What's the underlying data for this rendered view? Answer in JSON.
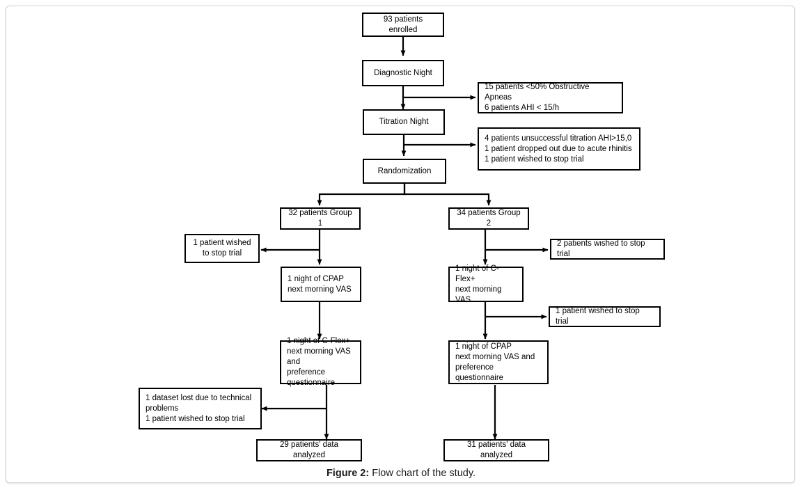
{
  "figure": {
    "caption_label": "Figure 2:",
    "caption_text": " Flow chart of the study.",
    "border_color": "#d0d0d0",
    "node_border_color": "#000000",
    "background": "#ffffff"
  },
  "chart_data": {
    "type": "diagram",
    "title": "Flow chart of the study",
    "nodes": [
      {
        "id": "enrolled",
        "label": "93 patients enrolled"
      },
      {
        "id": "diagnostic",
        "label": "Diagnostic Night"
      },
      {
        "id": "excl1",
        "label": "15 patients <50% Obstructive Apneas\n6 patients AHI < 15/h"
      },
      {
        "id": "titration",
        "label": "Titration Night"
      },
      {
        "id": "excl2",
        "label": "4 patients unsuccessful titration AHI>15,0\n1 patient dropped out due to acute rhinitis\n1 patient wished to stop trial"
      },
      {
        "id": "randomization",
        "label": "Randomization"
      },
      {
        "id": "group1",
        "label": "32 patients Group 1"
      },
      {
        "id": "group2",
        "label": "34 patients Group 2"
      },
      {
        "id": "drop_g1_1",
        "label": "1 patient wished\nto stop trial"
      },
      {
        "id": "drop_g2_1",
        "label": "2 patients wished to stop trial"
      },
      {
        "id": "g1_night1",
        "label": "1 night of CPAP\nnext morning VAS"
      },
      {
        "id": "g2_night1",
        "label": "1 night of C-Flex+\nnext morning VAS"
      },
      {
        "id": "drop_g2_2",
        "label": "1 patient wished to stop trial"
      },
      {
        "id": "g1_night2",
        "label": "1 night of C-Flex+\nnext morning VAS and\npreference questionnaire"
      },
      {
        "id": "g2_night2",
        "label": "1 night of CPAP\nnext morning VAS and\npreference questionnaire"
      },
      {
        "id": "drop_g1_2",
        "label": "1 dataset lost due to technical\nproblems\n1 patient wished to stop trial"
      },
      {
        "id": "g1_final",
        "label": "29 patients' data analyzed"
      },
      {
        "id": "g2_final",
        "label": "31 patients' data analyzed"
      }
    ],
    "edges": [
      {
        "from": "enrolled",
        "to": "diagnostic",
        "kind": "down"
      },
      {
        "from": "diagnostic",
        "to": "excl1",
        "kind": "branch-right"
      },
      {
        "from": "diagnostic",
        "to": "titration",
        "kind": "down"
      },
      {
        "from": "titration",
        "to": "excl2",
        "kind": "branch-right"
      },
      {
        "from": "titration",
        "to": "randomization",
        "kind": "down"
      },
      {
        "from": "randomization",
        "to": "group1",
        "kind": "split-left"
      },
      {
        "from": "randomization",
        "to": "group2",
        "kind": "split-right"
      },
      {
        "from": "group1",
        "to": "drop_g1_1",
        "kind": "branch-left"
      },
      {
        "from": "group1",
        "to": "g1_night1",
        "kind": "down"
      },
      {
        "from": "group2",
        "to": "drop_g2_1",
        "kind": "branch-right"
      },
      {
        "from": "group2",
        "to": "g2_night1",
        "kind": "down"
      },
      {
        "from": "g2_night1",
        "to": "drop_g2_2",
        "kind": "branch-right"
      },
      {
        "from": "g1_night1",
        "to": "g1_night2",
        "kind": "down"
      },
      {
        "from": "g2_night1",
        "to": "g2_night2",
        "kind": "down"
      },
      {
        "from": "g1_night2",
        "to": "drop_g1_2",
        "kind": "branch-left"
      },
      {
        "from": "g1_night2",
        "to": "g1_final",
        "kind": "down"
      },
      {
        "from": "g2_night2",
        "to": "g2_final",
        "kind": "down"
      }
    ]
  }
}
